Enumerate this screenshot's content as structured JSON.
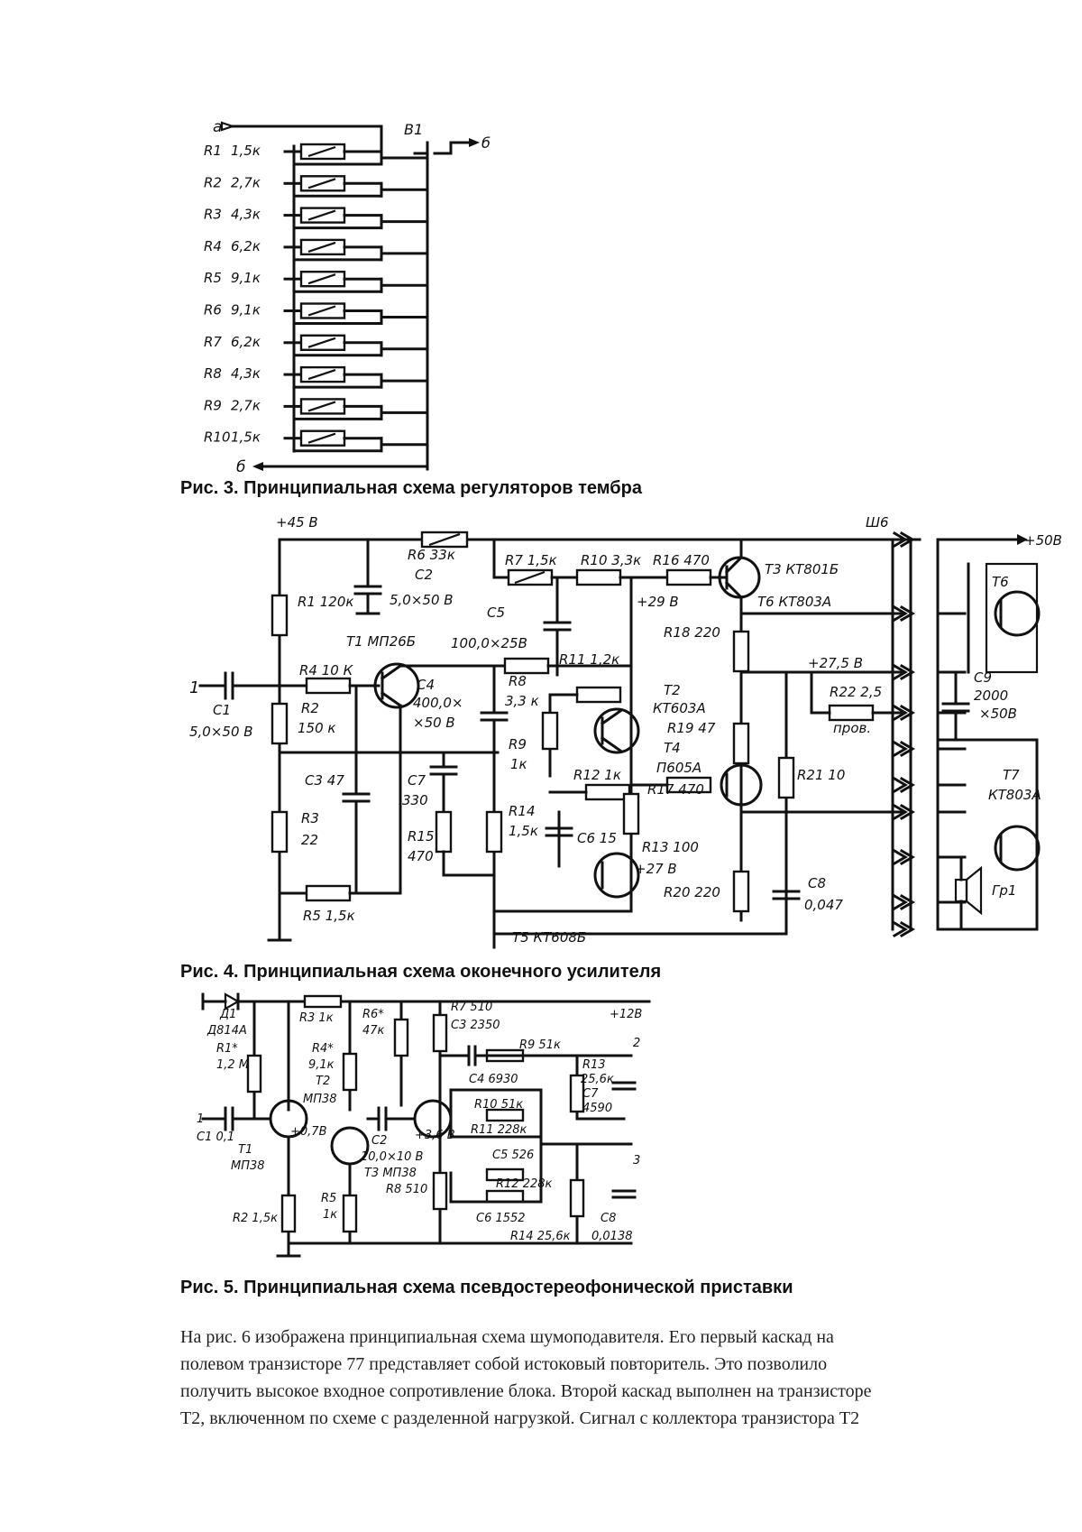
{
  "fig3": {
    "caption": "Рис. 3. Принципиальная схема регуляторов тембра",
    "node_top": "а",
    "node_bottom": "б",
    "node_out": "б",
    "switch_label": "В1",
    "resistors": [
      {
        "ref": "R1",
        "value": "1,5к"
      },
      {
        "ref": "R2",
        "value": "2,7к"
      },
      {
        "ref": "R3",
        "value": "4,3к"
      },
      {
        "ref": "R4",
        "value": "6,2к"
      },
      {
        "ref": "R5",
        "value": "9,1к"
      },
      {
        "ref": "R6",
        "value": "9,1к"
      },
      {
        "ref": "R7",
        "value": "6,2к"
      },
      {
        "ref": "R8",
        "value": "4,3к"
      },
      {
        "ref": "R9",
        "value": "2,7к"
      },
      {
        "ref": "R10",
        "value": "1,5к"
      }
    ]
  },
  "fig4": {
    "caption": "Рис. 4. Принципиальная схема оконечного усилителя",
    "labels": {
      "supply45": "+45 В",
      "supply50": "+50В",
      "connector": "Ш6",
      "r6": "R6 33к",
      "c2a": "С2",
      "c2b": "5,0×50 В",
      "r7": "R7 1,5к",
      "r10": "R10 3,3к",
      "r16": "R16 470",
      "t3": "Т3 КТ801Б",
      "t6": "Т6 КТ803А",
      "t6_box": "Т6",
      "r1": "R1 120к",
      "c5": "С5",
      "c5v": "100,0×25В",
      "v29": "+29 В",
      "r18": "R18 220",
      "t1": "Т1 МП26Б",
      "r11": "R11 1,2к",
      "v275": "+27,5 В",
      "c9": "С9",
      "c9v1": "2000",
      "c9v2": "×50В",
      "in1": "1",
      "r4": "R4 10 К",
      "c4a": "С4",
      "c4b": "400,0×",
      "c4c": "×50 В",
      "r8a": "R8",
      "r8b": "3,3 к",
      "t2a": "Т2",
      "t2b": "КТ603А",
      "r19": "R19 47",
      "r22": "R22 2,5",
      "r22b": "пров.",
      "c1a": "С1",
      "c1b": "5,0×50 В",
      "r2a": "R2",
      "r2b": "150 к",
      "r9a": "R9",
      "r9b": "1к",
      "t4a": "Т4",
      "t4b": "П605А",
      "t7a": "Т7",
      "t7b": "КТ803А",
      "c3": "С3 47",
      "c7a": "С7",
      "c7b": "330",
      "r12": "R12 1к",
      "r17": "R17 470",
      "r21": "R21 10",
      "r3a": "R3",
      "r3b": "22",
      "r15a": "R15",
      "r15b": "470",
      "r14a": "R14",
      "r14b": "1,5к",
      "c6": "С6 15",
      "r13": "R13 100",
      "v27": "+27 В",
      "gr1": "Гр1",
      "r5": "R5 1,5к",
      "r20": "R20 220",
      "c8a": "С8",
      "c8b": "0,047",
      "t5": "Т5 КТ608Б"
    }
  },
  "fig5": {
    "caption": "Рис. 5. Принципиальная схема псевдостереофонической приставки",
    "labels": {
      "d1a": "Д1",
      "d1b": "Д814А",
      "r3": "R3 1к",
      "r6a": "R6*",
      "r6b": "47к",
      "r7": "R7 510",
      "c3": "С3 2350",
      "v12": "+12В",
      "r9": "R9 51к",
      "out2": "2",
      "r1a": "R1*",
      "r1b": "1,2 М",
      "r4a": "R4*",
      "r4b": "9,1к",
      "c4": "С4 6930",
      "r13a": "R13",
      "r13b": "25,6к",
      "c7a": "С7",
      "c7b": "4590",
      "t2a": "Т2",
      "t2b": "МП38",
      "r10": "R10 51к",
      "in1": "1",
      "v07": "+0,7В",
      "v36": "+3,6 В",
      "r11": "R11 228к",
      "c1": "С1 0,1",
      "c2a": "С2",
      "c2b": "10,0×10 В",
      "c5": "С5 526",
      "out3": "3",
      "t1a": "Т1",
      "t1b": "МП38",
      "t3": "Т3 МП38",
      "r12": "R12 228к",
      "r8": "R8 510",
      "r2": "R2 1,5к",
      "r5a": "R5",
      "r5b": "1к",
      "c6": "С6 1552",
      "c8a": "С8",
      "c8b": "0,0138",
      "r14": "R14 25,6к"
    }
  },
  "paragraph": {
    "lines": [
      "На рис. 6 изображена принципиальная схема шумоподавителя. Его первый каскад на",
      "полевом транзисторе 77 представляет собой истоковый повторитель. Это позволило",
      "получить высокое входное сопротивление блока. Второй каскад выполнен на транзисторе",
      "Т2, включенном по схеме с разделенной нагрузкой. Сигнал с коллектора транзистора Т2"
    ]
  }
}
